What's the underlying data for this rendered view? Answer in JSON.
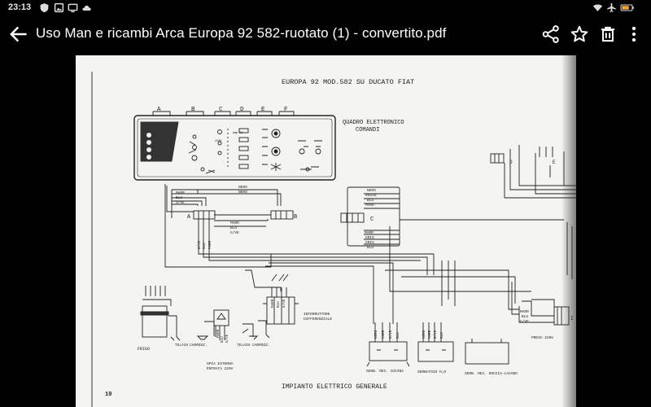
{
  "status": {
    "time": "23:13",
    "icons": [
      "shield-icon",
      "gallery-icon",
      "cast-icon",
      "cloud-icon",
      "wifi-icon",
      "airplane-icon",
      "battery-icon"
    ]
  },
  "appbar": {
    "title": "Uso Man e ricambi Arca Europa 92 582-ruotato (1) - convertito.pdf",
    "actions": [
      "share-icon",
      "star-icon",
      "delete-icon",
      "more-vert-icon"
    ]
  },
  "doc": {
    "header": "EUROPA 92 MOD.582 SU DUCATO FIAT",
    "panel_letters": [
      "A",
      "B",
      "C",
      "D",
      "E",
      "F"
    ],
    "panel_label_1": "QUADRO ELETTRONICO",
    "panel_label_2": "COMANDI",
    "panel_small_1": "Amp 30",
    "panel_small_2": "220V",
    "wire_nero": "NERO",
    "wire_marr": "MARR",
    "wire_blu": "BLU",
    "wire_gve": "G/VE",
    "wire_rosso": "ROSSO",
    "wire_grig": "GRIG",
    "term_a": "A",
    "term_b": "B",
    "term_c": "C",
    "term_d": "D",
    "term_e": "E",
    "term_i": "I",
    "frigo": "FRIGO",
    "telaio": "TELAIO",
    "carrozz": "CARROZZ.",
    "spia_1": "SPIA ESTERNA",
    "spia_2": "ENTRATA 220V",
    "interr_1": "INTERRUTTORE",
    "interr_2": "DIFFERENZIALE",
    "serb_cucina": "SERB. REC. CUCINA",
    "serbatoio": "SERBATOIO H₂O",
    "serb_doccia": "SERB. REC. DOCCIA-LAVABO",
    "presa": "PRESA 220V",
    "footer_title": "IMPIANTO ELETTRICO GENERALE",
    "page_number": "10"
  }
}
